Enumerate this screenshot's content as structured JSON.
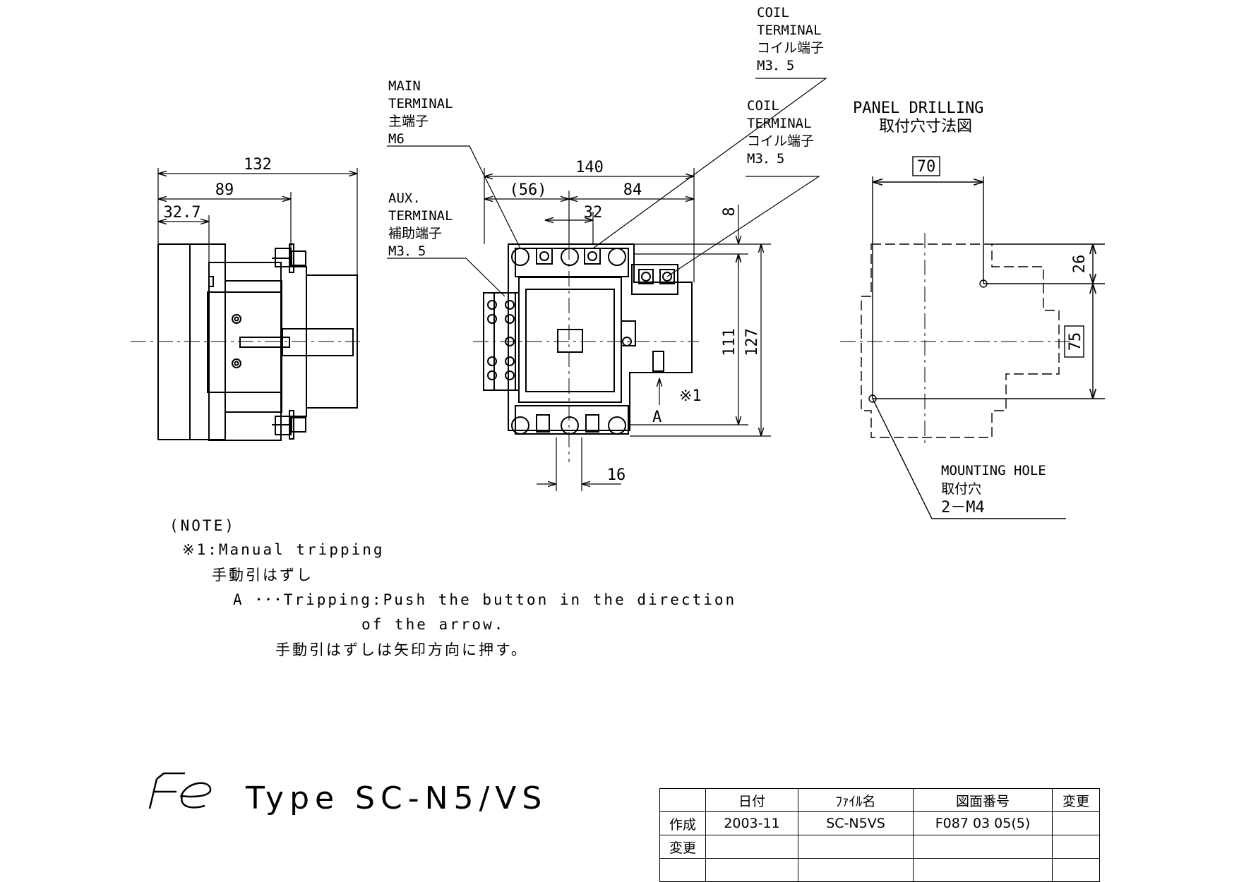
{
  "drawing": {
    "side_view": {
      "dim_overall": "132",
      "dim_mid": "89",
      "dim_small": "32.7"
    },
    "front_view": {
      "dim_width": "140",
      "dim_left": "(56)",
      "dim_right": "84",
      "dim_center": "32",
      "dim_bottom": "16",
      "dim_height_inner": "111",
      "dim_height_outer": "127",
      "dim_top_offset": "8",
      "manual_trip_mark": "※1",
      "arrow_label": "A"
    },
    "callouts": {
      "main_terminal": [
        "MAIN",
        "TERMINAL",
        "主端子",
        "M6"
      ],
      "aux_terminal": [
        "AUX.",
        "TERMINAL",
        "補助端子",
        "M3．5"
      ],
      "coil_terminal_top": [
        "COIL",
        "TERMINAL",
        "コイル端子",
        "M3．5"
      ],
      "coil_terminal_right": [
        "COIL",
        "TERMINAL",
        "コイル端子",
        "M3．5"
      ],
      "mounting_hole": [
        "MOUNTING HOLE",
        "取付穴",
        "2－M4"
      ]
    },
    "panel_drilling": {
      "title": "PANEL DRILLING",
      "subtitle": "取付穴寸法図",
      "dim_width": "70",
      "dim_height": "75",
      "dim_offset": "26"
    }
  },
  "notes": {
    "header": "(NOTE)",
    "line1": "※1:Manual tripping",
    "line2": "手動引はずし",
    "line3": "A ･･･Tripping:Push the button in the direction",
    "line4": "of the arrow.",
    "line5": "手動引はずしは矢印方向に押す。"
  },
  "title_block": {
    "logo": "Fe",
    "type_label": "Type SC-N5/VS",
    "headers": [
      "",
      "日付",
      "ﾌｧｲﾙ名",
      "図面番号",
      "変更"
    ],
    "rows": [
      [
        "作成",
        "2003-11",
        "SC-N5VS",
        "F087 03 05(5)",
        ""
      ],
      [
        "変更",
        "",
        "",
        "",
        ""
      ],
      [
        "",
        "",
        "",
        "",
        ""
      ]
    ]
  }
}
